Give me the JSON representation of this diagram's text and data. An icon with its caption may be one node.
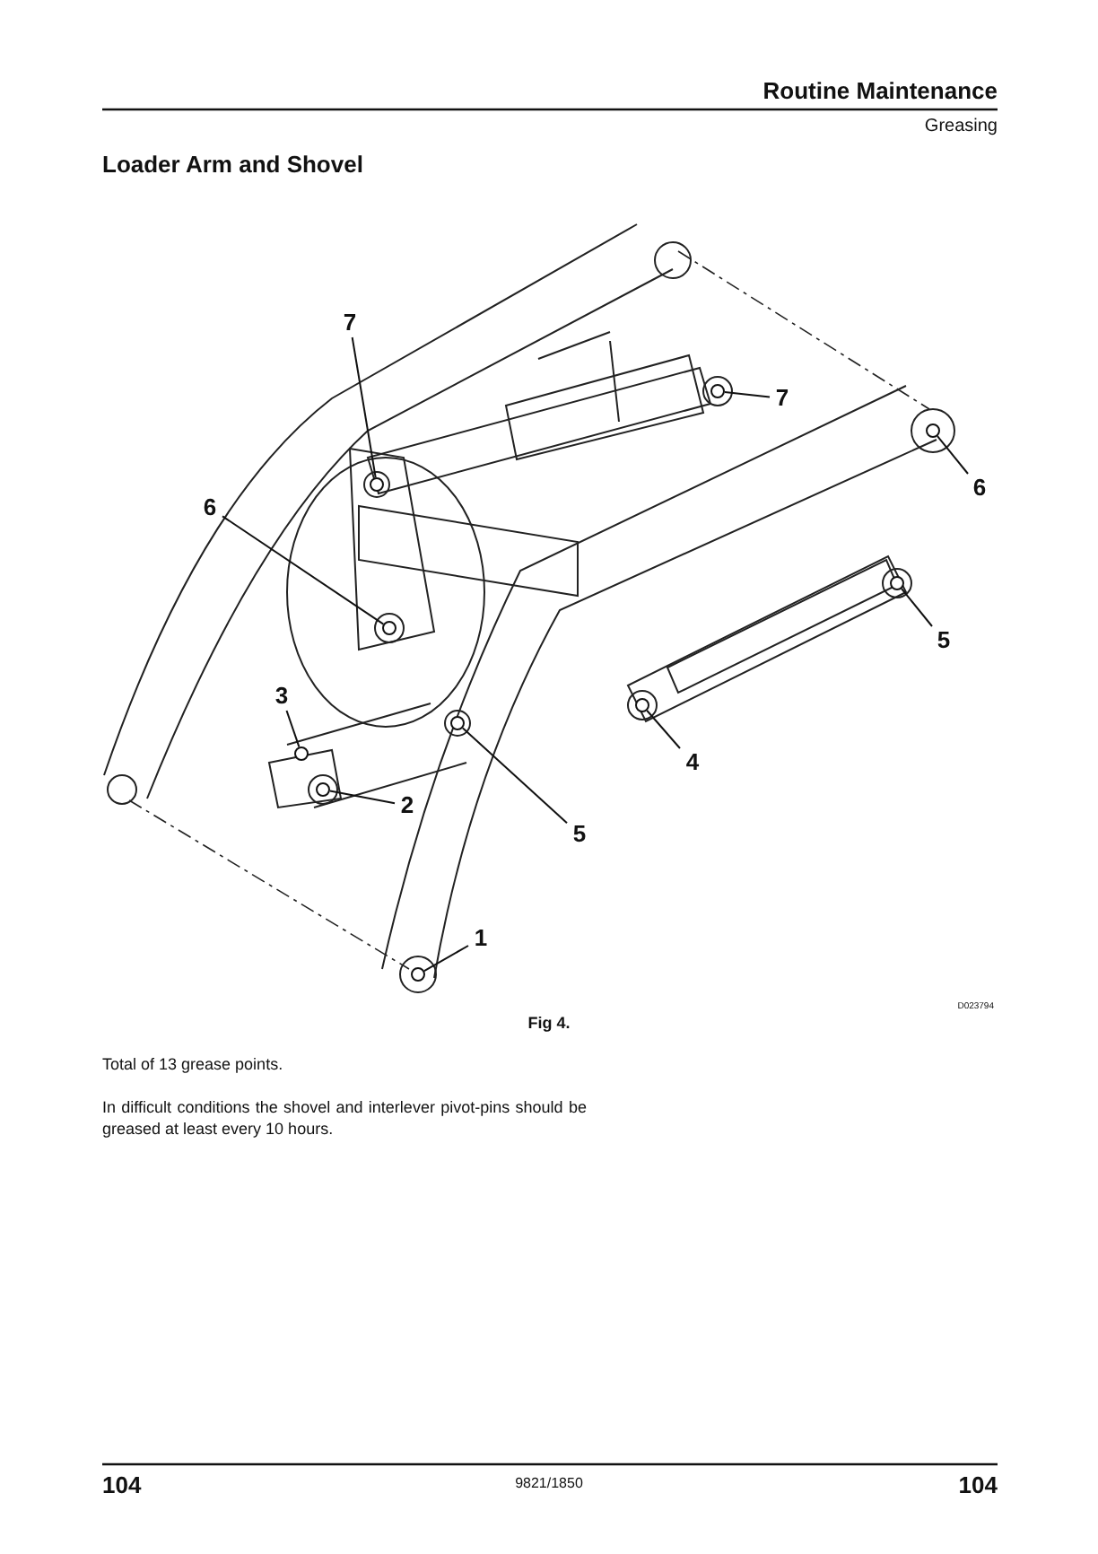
{
  "diagram": {
    "title": "Loader Arm and Shovel",
    "caption": "Fig 4.",
    "nodes": [
      {
        "text": [
          "7"
        ]
      },
      {
        "text": [
          "7"
        ]
      },
      {
        "text": [
          "6"
        ]
      },
      {
        "text": [
          "6"
        ]
      },
      {
        "text": [
          "5"
        ]
      },
      {
        "text": [
          "4"
        ]
      },
      {
        "text": [
          "3"
        ]
      },
      {
        "text": [
          "2"
        ]
      },
      {
        "text": [
          "5"
        ]
      },
      {
        "text": [
          "1"
        ]
      },
      {
        "text": [],
        "shape": "circle"
      },
      {
        "text": [],
        "shape": "circle"
      },
      {
        "text": [],
        "shape": "circle"
      },
      {
        "text": [],
        "shape": "circle"
      },
      {
        "text": [],
        "shape": "circle"
      },
      {
        "text": [],
        "shape": "circle"
      },
      {
        "text": [],
        "shape": "circle"
      },
      {
        "text": [],
        "shape": "circle"
      },
      {
        "text": [],
        "shape": "circle"
      },
      {
        "text": [],
        "shape": "circle"
      }
    ],
    "edges": [
      {
        "from": 0,
        "to": 10,
        "arrow": "none"
      },
      {
        "from": 1,
        "to": 11,
        "arrow": "none"
      },
      {
        "from": 2,
        "to": 12,
        "arrow": "none"
      },
      {
        "from": 3,
        "to": 13,
        "arrow": "none"
      },
      {
        "from": 4,
        "to": 14,
        "arrow": "none"
      },
      {
        "from": 5,
        "to": 15,
        "arrow": "none"
      },
      {
        "from": 6,
        "to": 16,
        "arrow": "none"
      },
      {
        "from": 7,
        "to": 17,
        "arrow": "none"
      },
      {
        "from": 8,
        "to": 18,
        "arrow": "none"
      },
      {
        "from": 9,
        "to": 19,
        "arrow": "none"
      }
    ],
    "labels": [
      "Routine Maintenance",
      "Greasing",
      "D023794",
      "Total of 13 grease points.",
      "In difficult conditions the shovel and interlever pivot-pins should be greased at least every 10 hours.",
      "104",
      "9821/1850",
      "104"
    ]
  }
}
